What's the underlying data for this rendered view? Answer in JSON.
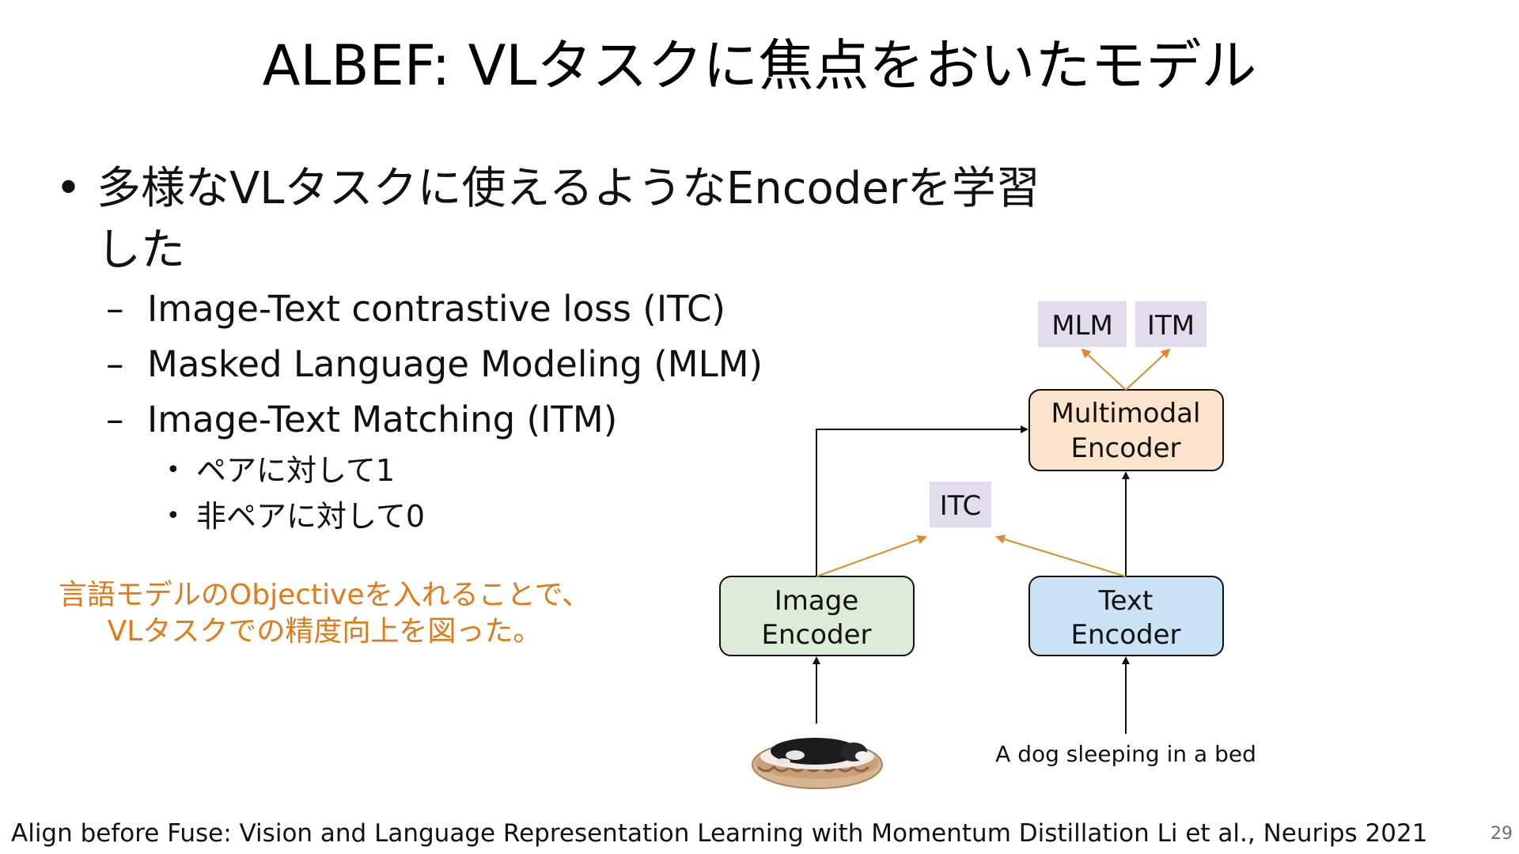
{
  "title": "ALBEF: VLタスクに焦点をおいたモデル",
  "bullets": {
    "main": "多様なVLタスクに使えるようなEncoderを学習した",
    "sub": [
      "Image-Text contrastive loss (ITC)",
      "Masked Language Modeling (MLM)",
      "Image-Text Matching (ITM)"
    ],
    "subsub": [
      "ペアに対して1",
      "非ペアに対して0"
    ],
    "marks": {
      "l1": "•",
      "l2": "–",
      "l3": "•"
    }
  },
  "note": {
    "line1": "言語モデルのObjectiveを入れることで、",
    "line2": "VLタスクでの精度向上を図った。"
  },
  "diagram": {
    "mlm": "MLM",
    "itm": "ITM",
    "multimodal_line1": "Multimodal",
    "multimodal_line2": "Encoder",
    "itc": "ITC",
    "image_line1": "Image",
    "image_line2": "Encoder",
    "text_line1": "Text",
    "text_line2": "Encoder",
    "caption": "A dog sleeping in a bed",
    "colors": {
      "label_bg": "#e3dcec",
      "multimodal_fill": "#fbe3cc",
      "image_fill": "#dcecd6",
      "text_fill": "#c9e2f4",
      "orange_arrow": "#e08a2c",
      "black_arrow": "#111111"
    }
  },
  "citation": "Align before Fuse: Vision and Language Representation Learning with Momentum Distillation Li et al., Neurips 2021",
  "page_number": "29"
}
